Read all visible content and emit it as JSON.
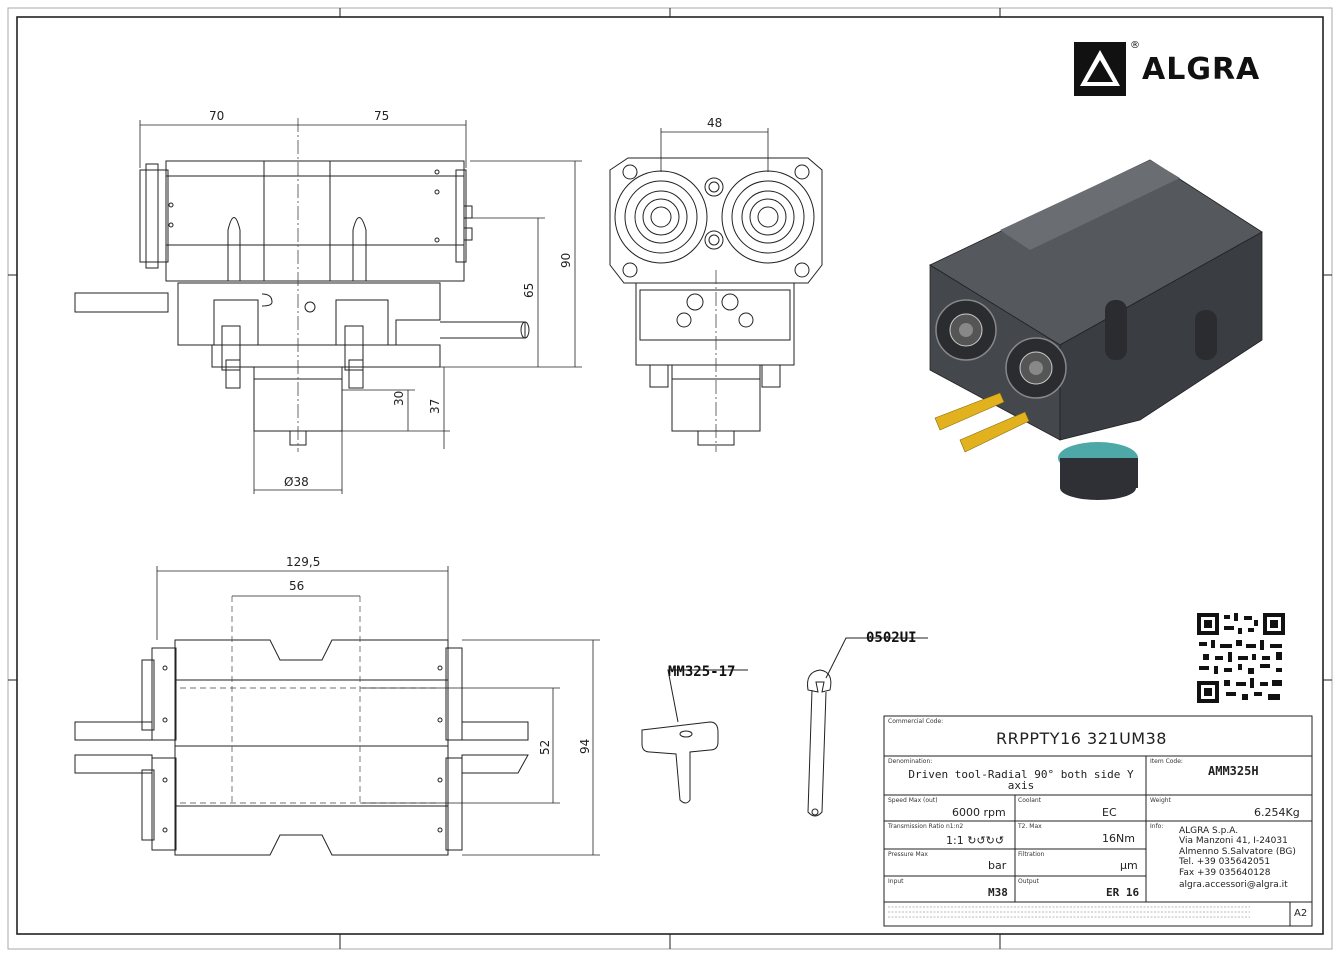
{
  "brand": {
    "name": "ALGRA",
    "registered": "®"
  },
  "dimensions": {
    "side_top_left": "70",
    "side_top_right": "75",
    "front_width": "48",
    "height_90": "90",
    "height_65": "65",
    "height_30": "30",
    "height_37": "37",
    "diameter": "Ø38",
    "bottom_width": "129,5",
    "bottom_inner": "56",
    "bottom_h52": "52",
    "bottom_h94": "94"
  },
  "callouts": {
    "key": "MM325-17",
    "wrench": "0502UI"
  },
  "title_block": {
    "commercial_code_label": "Commercial Code:",
    "commercial_code": "RRPPTY16 321UM38",
    "denomination_label": "Denomination:",
    "denomination": "Driven tool-Radial 90° both side Y axis",
    "item_code_label": "Item Code:",
    "item_code": "AMM325H",
    "speed_label": "Speed Max (out)",
    "speed": "6000 rpm",
    "coolant_label": "Coolant",
    "coolant": "EC",
    "weight_label": "Weight",
    "weight": "6.254Kg",
    "ratio_label": "Transmission Ratio n1:n2",
    "ratio": "1:1 ↻↺↻↺",
    "torque_label": "T2. Max",
    "torque": "16Nm",
    "info_label": "Info:",
    "info_lines": [
      "ALGRA S.p.A.",
      "Via Manzoni 41, I-24031",
      "Almenno S.Salvatore (BG)",
      "Tel. +39 035642051",
      "Fax +39 035640128",
      "algra.accessori@algra.it"
    ],
    "pressure_label": "Pressure Max",
    "pressure": "bar",
    "filtration_label": "Filtration",
    "filtration": "µm",
    "input_label": "Input",
    "input": "M38",
    "output_label": "Output",
    "output": "ER 16",
    "sheet_size": "A2"
  },
  "colors": {
    "line": "#222222",
    "body_dark": "#4a4d52",
    "body_mid": "#5c5f64",
    "hose": "#e2b21e",
    "teal": "#4fa8a8"
  },
  "icons": [
    "algra-logo-icon",
    "qr-code-icon"
  ]
}
